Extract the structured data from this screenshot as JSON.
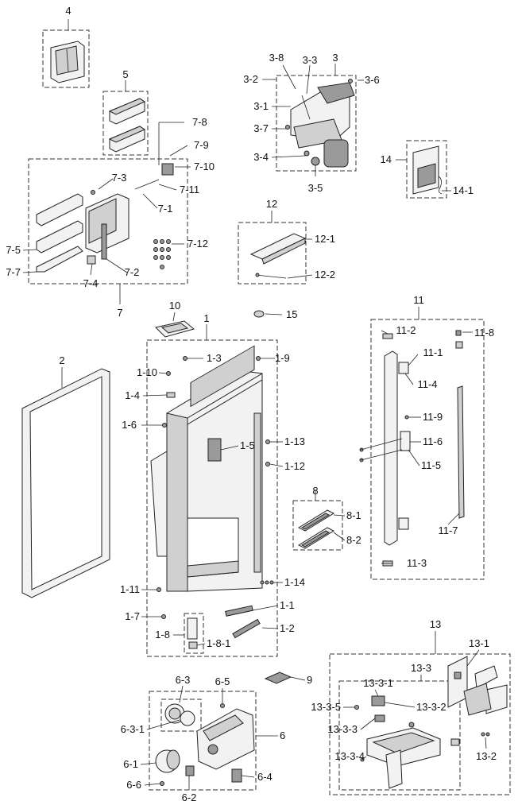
{
  "labels": {
    "l4": "4",
    "l5": "5",
    "l3": "3",
    "l3_8": "3-8",
    "l3_3": "3-3",
    "l3_2": "3-2",
    "l3_6": "3-6",
    "l3_1": "3-1",
    "l3_7": "3-7",
    "l3_4": "3-4",
    "l3_5": "3-5",
    "l14": "14",
    "l14_1": "14-1",
    "l7_8": "7-8",
    "l7_9": "7-9",
    "l7_10": "7-10",
    "l7_3": "7-3",
    "l7_11": "7-11",
    "l7_1": "7-1",
    "l7_12": "7-12",
    "l7_5": "7-5",
    "l7_7": "7-7",
    "l7_4": "7-4",
    "l7_2": "7-2",
    "l7": "7",
    "l12": "12",
    "l12_1": "12-1",
    "l12_2": "12-2",
    "l10": "10",
    "l1": "1",
    "l15": "15",
    "l11": "11",
    "l11_2": "11-2",
    "l11_8": "11-8",
    "l11_1": "11-1",
    "l11_4": "11-4",
    "l11_9": "11-9",
    "l11_6": "11-6",
    "l11_5": "11-5",
    "l11_7": "11-7",
    "l11_3": "11-3",
    "l2": "2",
    "l1_3": "1-3",
    "l1_9": "1-9",
    "l1_10": "1-10",
    "l1_4": "1-4",
    "l1_6": "1-6",
    "l1_5": "1-5",
    "l1_13": "1-13",
    "l1_12": "1-12",
    "l8": "8",
    "l8_1": "8-1",
    "l8_2": "8-2",
    "l1_11": "1-11",
    "l1_14": "1-14",
    "l1_7": "1-7",
    "l1_1": "1-1",
    "l1_8": "1-8",
    "l1_2": "1-2",
    "l1_8_1": "1-8-1",
    "l6_3": "6-3",
    "l6_5": "6-5",
    "l9": "9",
    "l6_3_1": "6-3-1",
    "l6": "6",
    "l6_1": "6-1",
    "l6_4": "6-4",
    "l6_6": "6-6",
    "l6_2": "6-2",
    "l13": "13",
    "l13_1": "13-1",
    "l13_3": "13-3",
    "l13_3_1": "13-3-1",
    "l13_3_5": "13-3-5",
    "l13_3_2": "13-3-2",
    "l13_3_3": "13-3-3",
    "l13_3_4": "13-3-4",
    "l13_2": "13-2"
  }
}
